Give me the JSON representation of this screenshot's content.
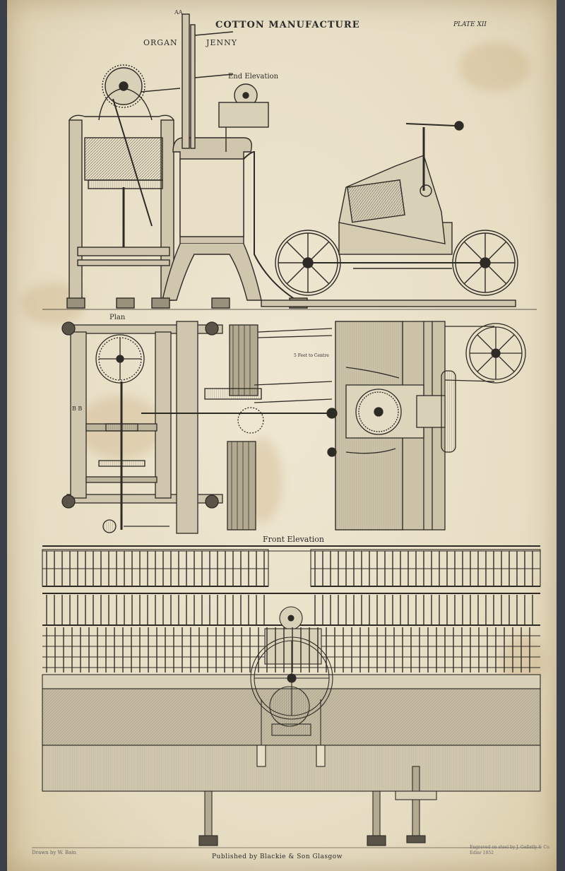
{
  "header": {
    "title": "COTTON MANUFACTURE",
    "plate": "PLATE XII",
    "organ": "ORGAN",
    "jenny": "JENNY"
  },
  "labels": {
    "end_elevation": "End Elevation",
    "plan": "Plan",
    "front_elevation": "Front Elevation",
    "aa": "AA",
    "feet_to_centre": "5 Feet to Centre",
    "bb": "B B"
  },
  "footer": {
    "drawn_by": "Drawn by W. Bain",
    "published": "Published by Blackie & Son Glasgow",
    "engraved_1": "Engraved on steel by J. Gellatly & Co.",
    "engraved_2": "Edinr 1852"
  },
  "colors": {
    "paper": "#e8dfc6",
    "ink": "#2b2b2b",
    "wash": "#c9bfa6"
  }
}
